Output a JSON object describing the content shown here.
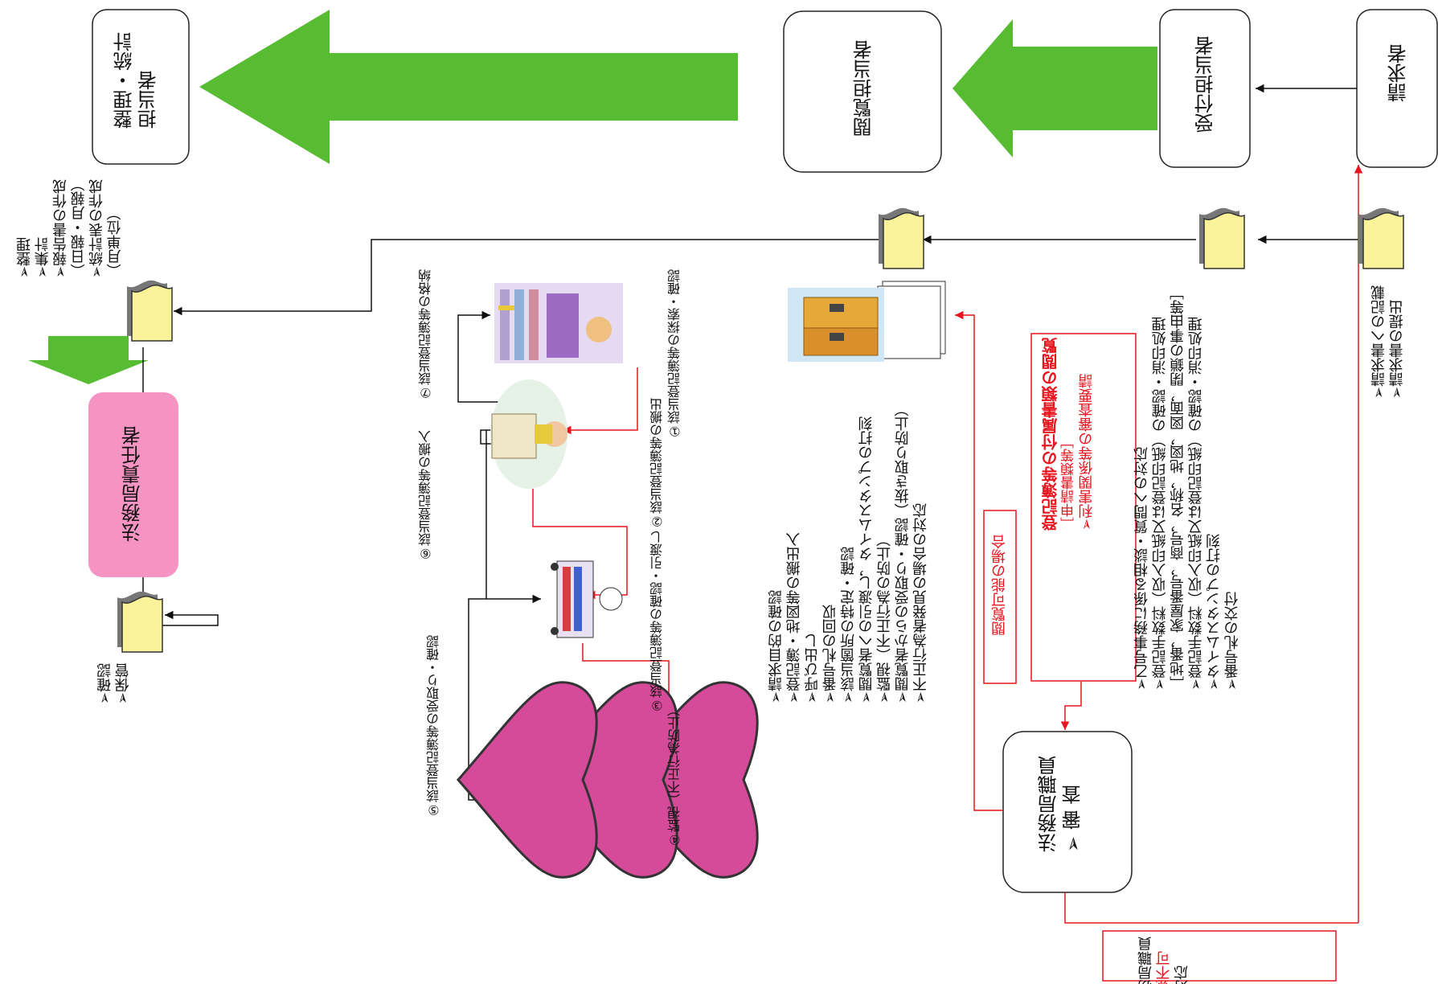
{
  "boxes": {
    "seikyusha": "請求者",
    "uketsuke": "受付担当者",
    "etsuran": "閲覧担当者",
    "seiri": [
      "整理・統計",
      "担当者"
    ],
    "sekininsha": "法務局責任者",
    "shinsa": [
      "法務局職員",
      "➢ 審 査"
    ]
  },
  "notes": {
    "seikyusha": [
      "➢請求書への記載",
      "➢請求書の提出"
    ],
    "uketsuke": [
      "➢乙号事務に係る相談・質問への対応",
      "➢登記手数料（収入印紙又は登記印紙）の確認・消印処理",
      "［地番，家屋番号，商号，名称，地図，図面，閉鎖の事由等］",
      "➢登記手数料（収入印紙又は登記印紙）の確認・消印処理",
      "➢タイムスタンプの打刻",
      "➢番号札の交付"
    ],
    "etsuran": [
      "➢請求目的の確認",
      "➢登記簿・地図等の搬出入",
      "➢呼び出し",
      "➢番号札の回収",
      "➢該当箇所の特定・確認",
      "➢閲覧者への引渡し，タイムスタンプの打刻",
      "➢監視（不正行為の防止）",
      "➢閲覧者からの受取り・確認（抜き取り防止）",
      "➢不正行為者発見の場合の対応"
    ],
    "seiri": [
      "➢整理",
      "➢集計",
      "➢報告書の作成",
      "（日報・月報）",
      "➢統計表の作成",
      "（月単位）"
    ],
    "sekininsha": [
      "➢確認",
      "➢保管"
    ]
  },
  "special": {
    "title": "登記簿等の付属書類の閲覧",
    "sub": "［申請書類等］",
    "item": "➢利害関係等の審査要請"
  },
  "etsuran_kanou": "閲覧可能の場合",
  "etsuran_fuka": [
    "法務局職員",
    "閲覧不可",
    "が対応"
  ],
  "steps": [
    "①該当登記簿等の探索・確認",
    "②該当登記簿等の搬出",
    "③該当登記簿等の確認・引渡し",
    "④監視（不正行為防止）",
    "⑤該当登記簿等の受取り・確認",
    "⑥該当登記簿等の搬入",
    "⑦該当登記簿等の格納"
  ],
  "icons": [
    "document-icon",
    "file-folder-icon",
    "bookshelf-person-icon",
    "cart-person-icon",
    "hearts-icon"
  ],
  "colors": {
    "arrow_green": "#58bc32",
    "red": "#e8141e",
    "note_yellow": "#fbf39a",
    "pink": "#f594c2"
  }
}
